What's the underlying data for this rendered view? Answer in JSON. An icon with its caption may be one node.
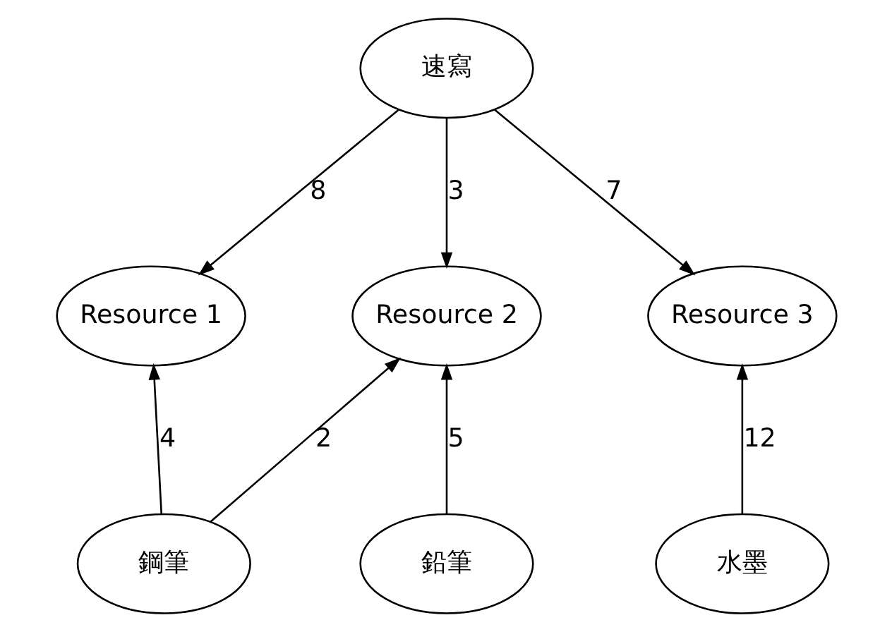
{
  "diagram": {
    "nodes": [
      {
        "text": [
          "速寫"
        ]
      },
      {
        "text": [
          "Resource 1"
        ]
      },
      {
        "text": [
          "Resource 2"
        ]
      },
      {
        "text": [
          "Resource 3"
        ]
      },
      {
        "text": [
          "鋼筆"
        ]
      },
      {
        "text": [
          "鉛筆"
        ]
      },
      {
        "text": [
          "水墨"
        ]
      }
    ],
    "edges": [
      {
        "from": 0,
        "to": 1,
        "arrow": "to",
        "label": "8"
      },
      {
        "from": 0,
        "to": 2,
        "arrow": "to",
        "label": "3"
      },
      {
        "from": 0,
        "to": 3,
        "arrow": "to",
        "label": "7"
      },
      {
        "from": 4,
        "to": 1,
        "arrow": "to",
        "label": "4"
      },
      {
        "from": 4,
        "to": 2,
        "arrow": "to",
        "label": "2"
      },
      {
        "from": 5,
        "to": 2,
        "arrow": "to",
        "label": "5"
      },
      {
        "from": 6,
        "to": 3,
        "arrow": "to",
        "label": "12"
      }
    ]
  }
}
